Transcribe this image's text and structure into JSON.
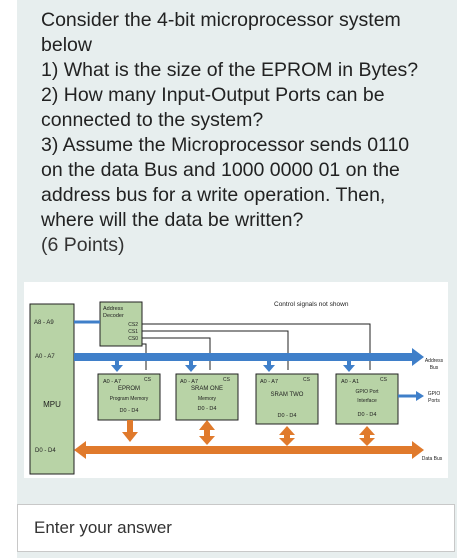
{
  "question": {
    "lines": [
      "Consider the 4-bit microprocessor system",
      "below",
      "1) What is the size of the EPROM in Bytes?",
      "2) How many Input-Output Ports can be",
      "connected to the system?",
      "3) Assume the Microprocessor sends 0110",
      "on the data Bus and 1000 0000 01 on the",
      "address bus for a write operation. Then,",
      "where will the data be written?"
    ],
    "points": "(6 Points)"
  },
  "diagram": {
    "control_note": "Control signals not shown",
    "decoder": {
      "title1": "Address",
      "title2": "Decoder",
      "cs2": "CS2",
      "cs1": "CS1",
      "cs0": "CS0"
    },
    "mpu": {
      "label": "MPU",
      "a8_a9": "A8 - A9",
      "a0_a7": "A0 - A7",
      "d0_d4": "D0 - D4"
    },
    "eprom": {
      "addr": "A0 - A7",
      "cs": "CS",
      "name": "EPROM",
      "sub": "Program Memory",
      "data": "D0 - D4"
    },
    "sram_one": {
      "addr": "A0 - A7",
      "cs": "CS",
      "name": "SRAM ONE",
      "sub1": "Memory",
      "data": "D0 - D4"
    },
    "sram_two": {
      "addr": "A0 - A7",
      "cs": "CS",
      "name": "SRAM TWO",
      "data": "D0 - D4"
    },
    "gpio": {
      "addr": "A0 - A1",
      "cs": "CS",
      "name1": "GPIO Port",
      "name2": "Interface",
      "data": "D0 - D4"
    },
    "address_bus": {
      "line1": "Address",
      "line2": "Bus"
    },
    "gpio_ports": {
      "line1": "GPIO",
      "line2": "Ports"
    },
    "data_bus": "Data Bus",
    "colors": {
      "blue": "#3f7fc9",
      "orange": "#e07a2c",
      "green": "#b8d3a6",
      "line": "#222222"
    }
  },
  "answer": {
    "placeholder": "Enter your answer"
  }
}
